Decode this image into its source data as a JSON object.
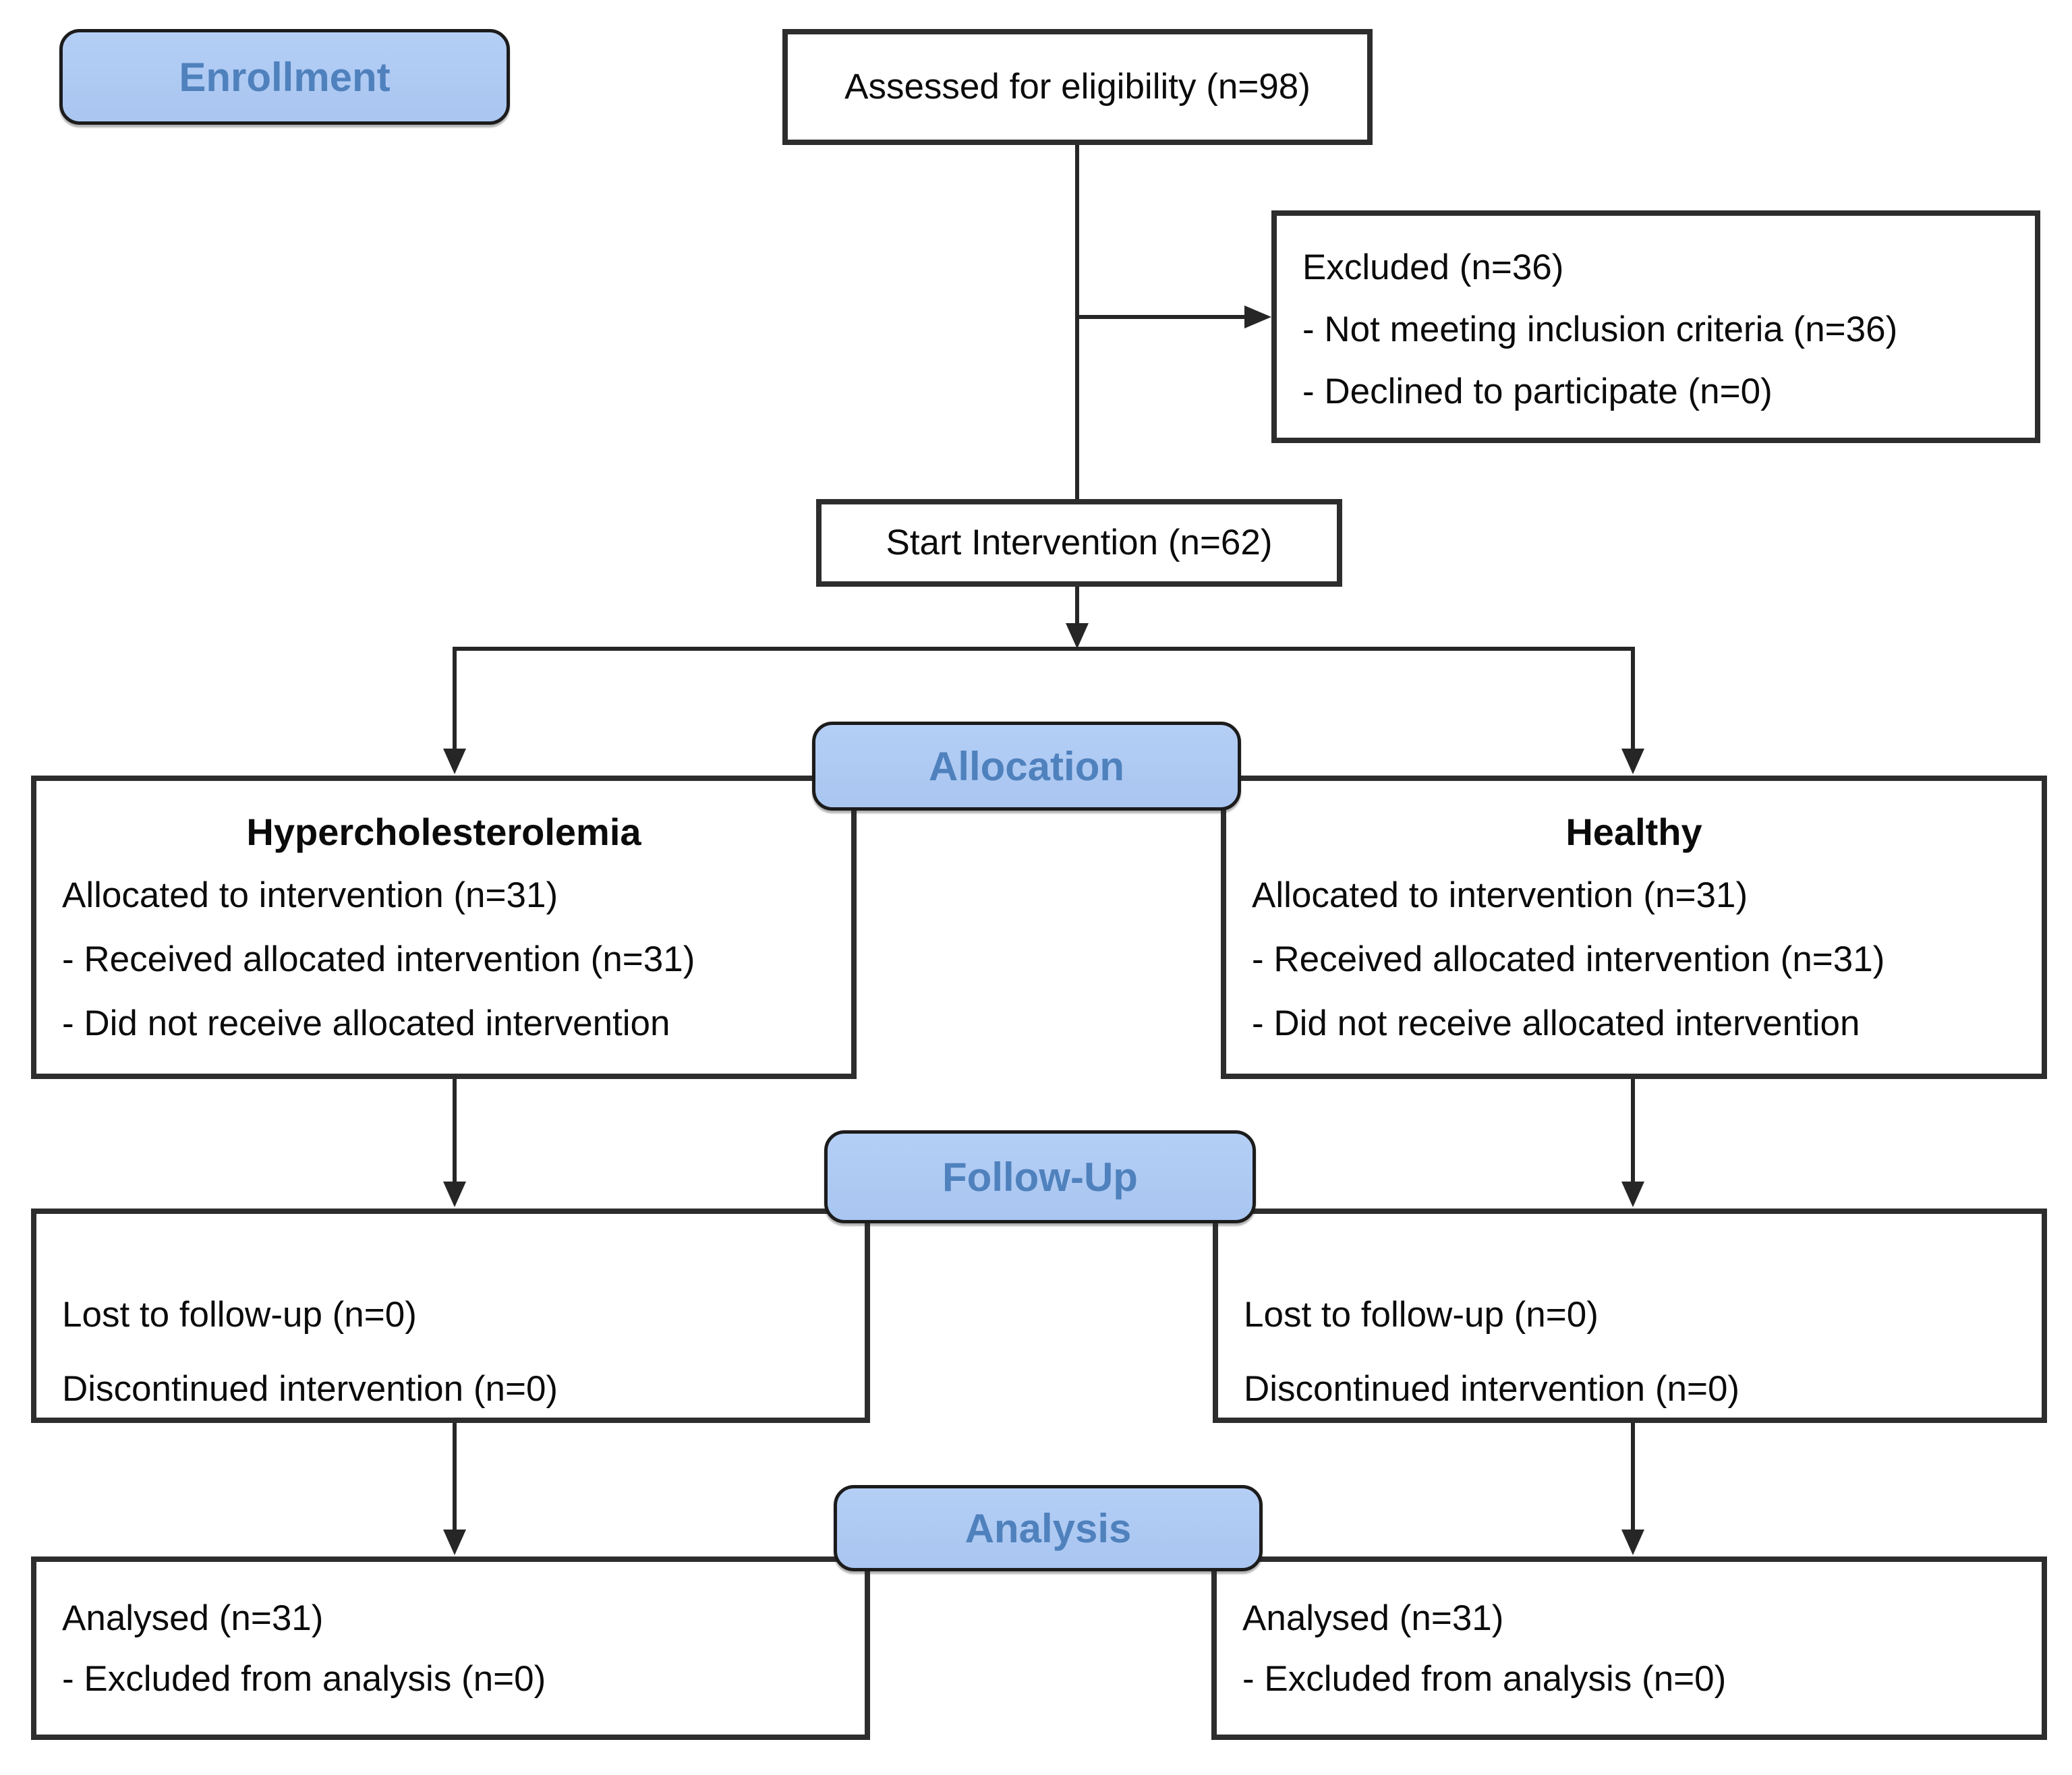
{
  "colors": {
    "page_bg": "#ffffff",
    "badge_fill": "#a9c6f1",
    "badge_fill_top": "#b4cef5",
    "badge_border": "#1c1c1c",
    "badge_text": "#4f81bd",
    "box_fill": "#ffffff",
    "box_border": "#2d2d2d",
    "line_color": "#262626",
    "text_color": "#0b0b0b"
  },
  "stages": {
    "enrollment": "Enrollment",
    "allocation": "Allocation",
    "followup": "Follow-Up",
    "analysis": "Analysis"
  },
  "boxes": {
    "assessed": {
      "text": "Assessed for eligibility (n=98)"
    },
    "excluded": {
      "lines": [
        "Excluded (n=36)",
        "- Not meeting inclusion criteria (n=36)",
        "- Declined to participate (n=0)"
      ]
    },
    "start": {
      "text": "Start Intervention (n=62)"
    },
    "allocation_left": {
      "header": "Hypercholesterolemia",
      "lines": [
        "Allocated to intervention (n=31)",
        "- Received allocated intervention (n=31)",
        "- Did not receive allocated intervention"
      ]
    },
    "allocation_right": {
      "header": "Healthy",
      "lines": [
        "Allocated to intervention (n=31)",
        "- Received allocated intervention (n=31)",
        "- Did not receive allocated intervention"
      ]
    },
    "followup_left": {
      "lines": [
        "Lost to follow-up (n=0)",
        "Discontinued intervention (n=0)"
      ]
    },
    "followup_right": {
      "lines": [
        "Lost to follow-up (n=0)",
        "Discontinued intervention (n=0)"
      ]
    },
    "analysis_left": {
      "lines": [
        "Analysed (n=31)",
        "- Excluded from analysis (n=0)"
      ]
    },
    "analysis_right": {
      "lines": [
        "Analysed (n=31)",
        "- Excluded from analysis (n=0)"
      ]
    }
  }
}
